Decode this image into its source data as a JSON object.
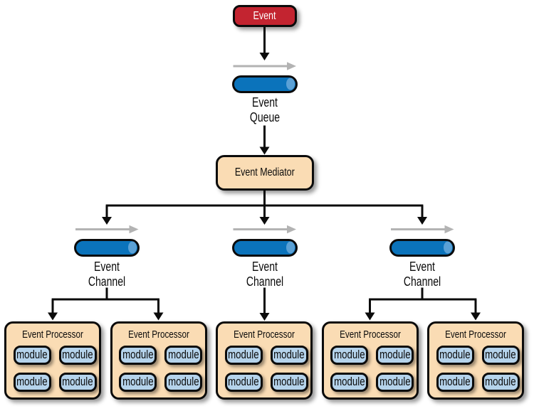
{
  "figure": {
    "event_box": {
      "label": "Event"
    },
    "event_queue": {
      "label": [
        "Event",
        "Queue"
      ]
    },
    "mediator": {
      "label": "Event Mediator"
    },
    "channels": [
      {
        "label": [
          "Event",
          "Channel"
        ]
      },
      {
        "label": [
          "Event",
          "Channel"
        ]
      },
      {
        "label": [
          "Event",
          "Channel"
        ]
      }
    ],
    "processors": [
      {
        "title": "Event Processor",
        "modules": [
          "module",
          "module",
          "module",
          "module"
        ]
      },
      {
        "title": "Event Processor",
        "modules": [
          "module",
          "module",
          "module",
          "module"
        ]
      },
      {
        "title": "Event Processor",
        "modules": [
          "module",
          "module",
          "module",
          "module"
        ]
      },
      {
        "title": "Event Processor",
        "modules": [
          "module",
          "module",
          "module",
          "module"
        ]
      },
      {
        "title": "Event Processor",
        "modules": [
          "module",
          "module",
          "module",
          "module"
        ]
      }
    ],
    "colors": {
      "bg": "#ffffff",
      "event-red": "#c32430",
      "box-tan": "#fadcb4",
      "pill-blue": "#0b73bb",
      "pill-cap-blue": "#5ba1d6",
      "module-blue": "#b5d3eb",
      "flow-gray": "#b3b3b3",
      "outline": "#0b0b0b"
    }
  }
}
